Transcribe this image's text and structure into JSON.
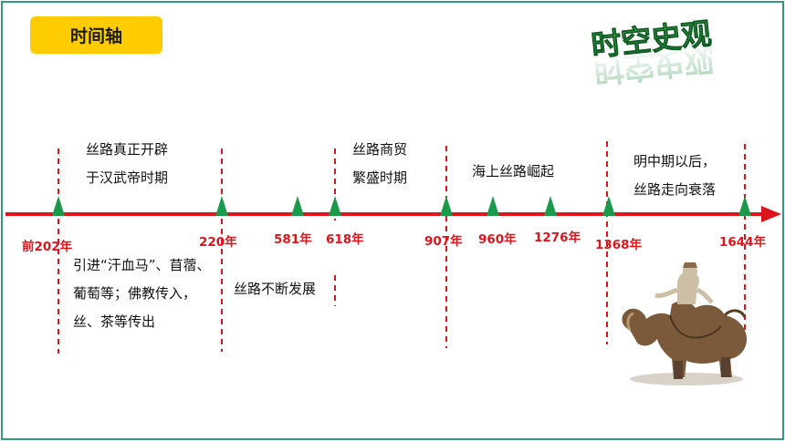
{
  "header": {
    "tag_label": "时间轴",
    "logo_text": "时空史观"
  },
  "colors": {
    "tag_bg": "#ffcc00",
    "axis": "#e0141b",
    "marker": "#1a9a4a",
    "year_text": "#e0141b",
    "frame": "#2e9b85"
  },
  "timeline": {
    "years": [
      "前202年",
      "220年",
      "581年",
      "618年",
      "907年",
      "960年",
      "1276年",
      "1368年",
      "1644年"
    ],
    "events": [
      {
        "lines": [
          "丝路真正开辟",
          "于汉武帝时期"
        ]
      },
      {
        "lines": [
          "引进“汗血马”、苜蓿、",
          "葡萄等；佛教传入，",
          "丝、茶等传出"
        ]
      },
      {
        "lines": [
          "丝路不断发展"
        ]
      },
      {
        "lines": [
          "丝路商贸",
          "繁盛时期"
        ]
      },
      {
        "lines": [
          "海上丝路崛起"
        ]
      },
      {
        "lines": [
          "明中期以后，",
          "丝路走向衰落"
        ]
      }
    ]
  },
  "image": {
    "icon": "camel-figurine-icon"
  }
}
